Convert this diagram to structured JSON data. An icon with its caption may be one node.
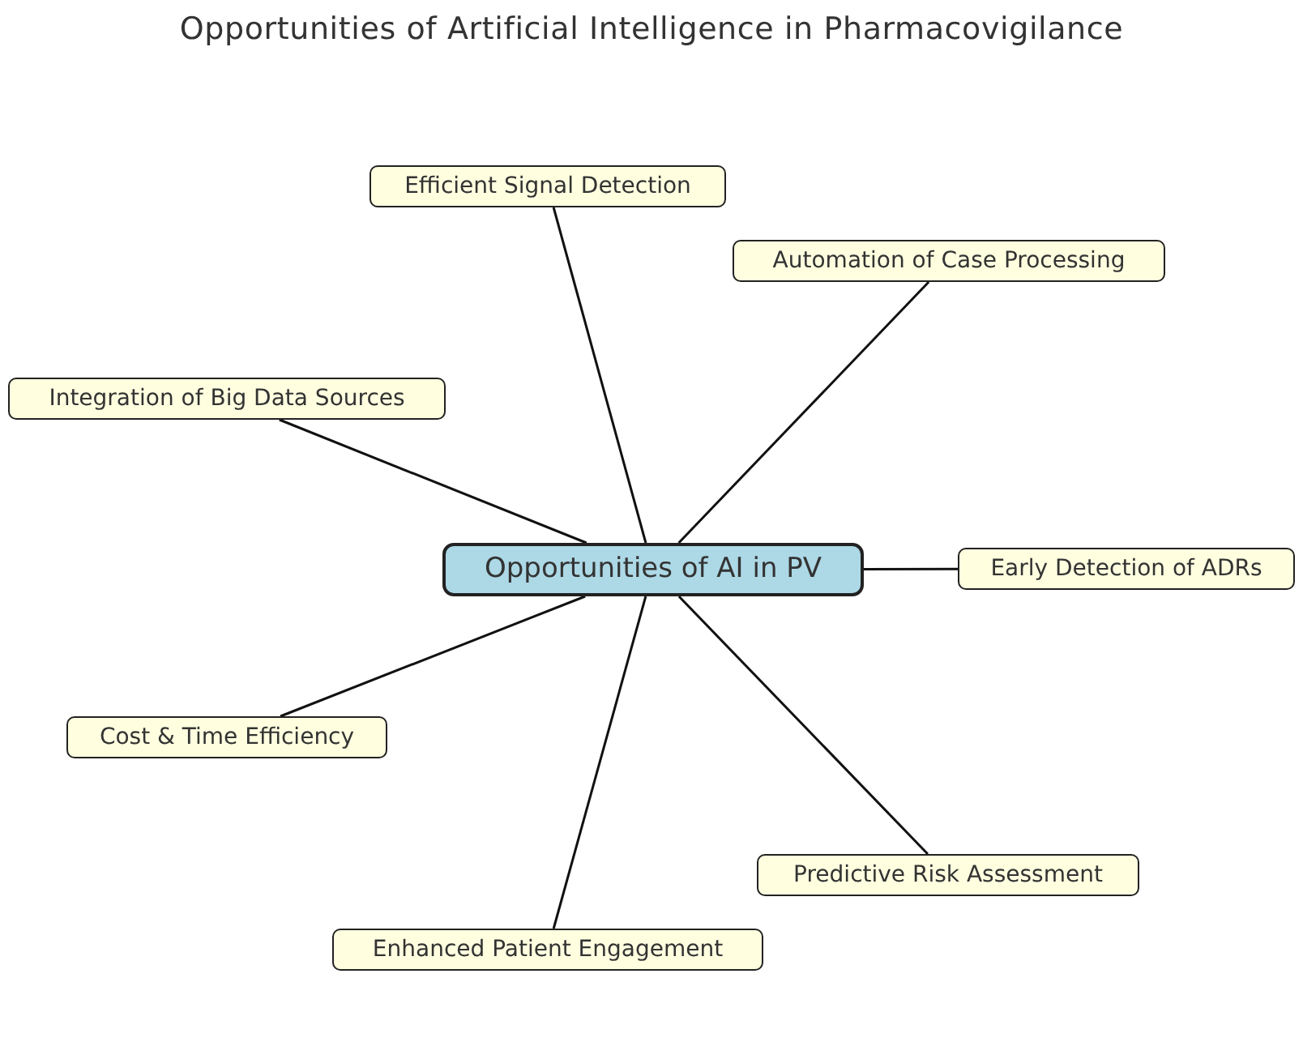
{
  "diagram": {
    "title": "Opportunities of Artificial Intelligence in Pharmacovigilance",
    "nodes": [
      {
        "text": [
          "Opportunities of AI in PV"
        ]
      },
      {
        "text": [
          "Efficient Signal Detection"
        ]
      },
      {
        "text": [
          "Automation of Case Processing"
        ]
      },
      {
        "text": [
          "Integration of Big Data Sources"
        ]
      },
      {
        "text": [
          "Early Detection of ADRs"
        ]
      },
      {
        "text": [
          "Cost & Time Efficiency"
        ]
      },
      {
        "text": [
          "Predictive Risk Assessment"
        ]
      },
      {
        "text": [
          "Enhanced Patient Engagement"
        ]
      }
    ],
    "edges": [
      {
        "from": 0,
        "to": 1,
        "arrow": "none"
      },
      {
        "from": 0,
        "to": 2,
        "arrow": "none"
      },
      {
        "from": 0,
        "to": 3,
        "arrow": "none"
      },
      {
        "from": 0,
        "to": 4,
        "arrow": "none"
      },
      {
        "from": 0,
        "to": 5,
        "arrow": "none"
      },
      {
        "from": 0,
        "to": 6,
        "arrow": "none"
      },
      {
        "from": 0,
        "to": 7,
        "arrow": "none"
      }
    ]
  }
}
